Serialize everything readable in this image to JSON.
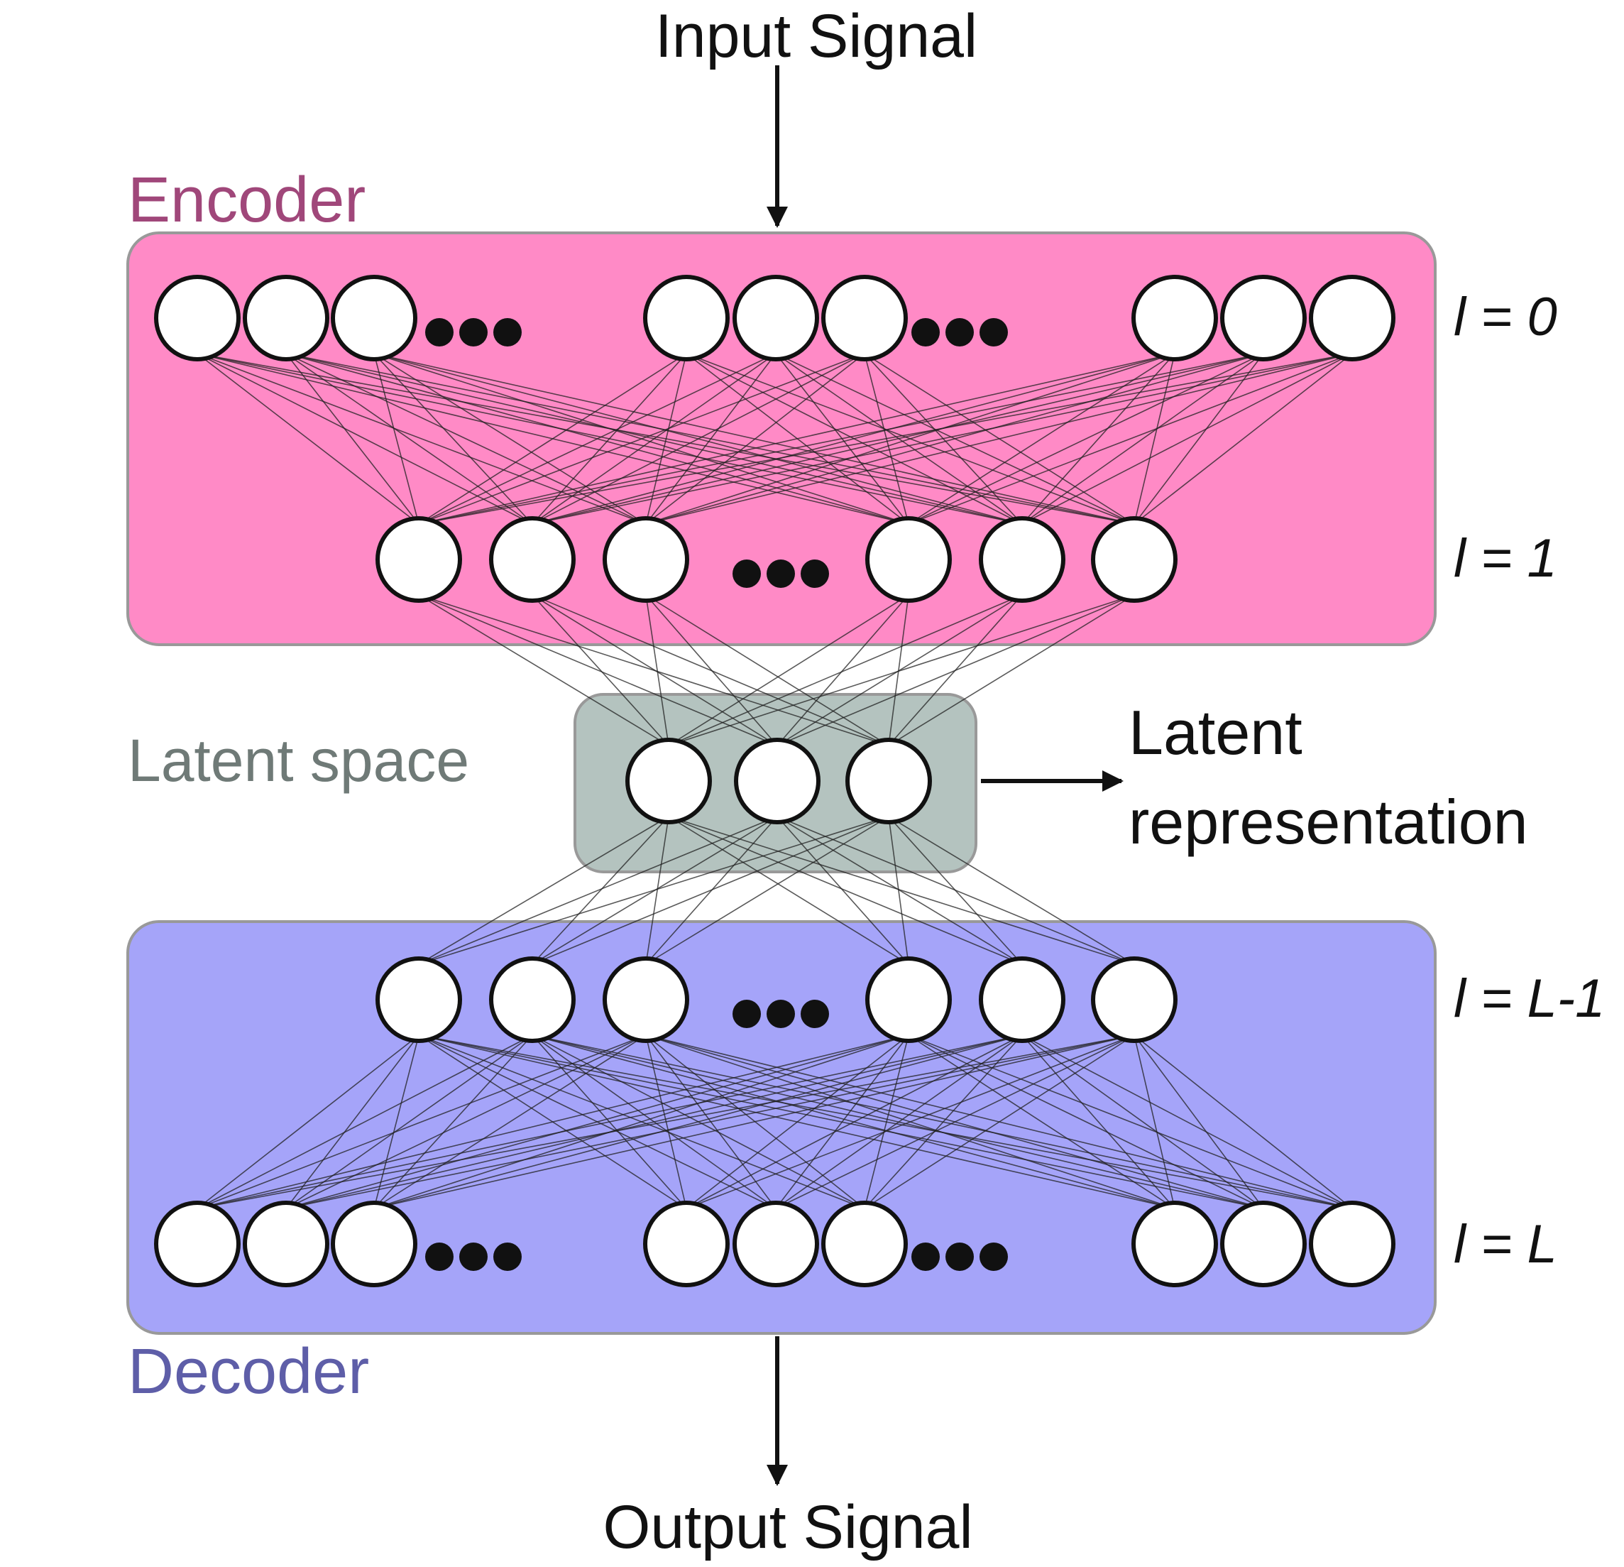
{
  "title": "Input Signal",
  "output_label": "Output Signal",
  "encoder": {
    "label": "Encoder",
    "fill": "#ff8ac6",
    "text_color": "#a0477a"
  },
  "latent": {
    "label": "Latent space",
    "fill": "#b4c3bf",
    "text_color": "#6f7a77",
    "annotation_line1": "Latent",
    "annotation_line2": "representation"
  },
  "decoder": {
    "label": "Decoder",
    "fill": "#a5a4f9",
    "text_color": "#5e5ea8"
  },
  "layers": {
    "l0": "l = 0",
    "l1": "l = 1",
    "lLm1": "l = L-1",
    "lL": "l = L"
  },
  "node_counts": {
    "outer_layer": 9,
    "hidden_layer": 6,
    "latent": 3
  },
  "icons": {
    "arrow": "arrow-icon",
    "ellipsis": "ellipsis-icon"
  }
}
